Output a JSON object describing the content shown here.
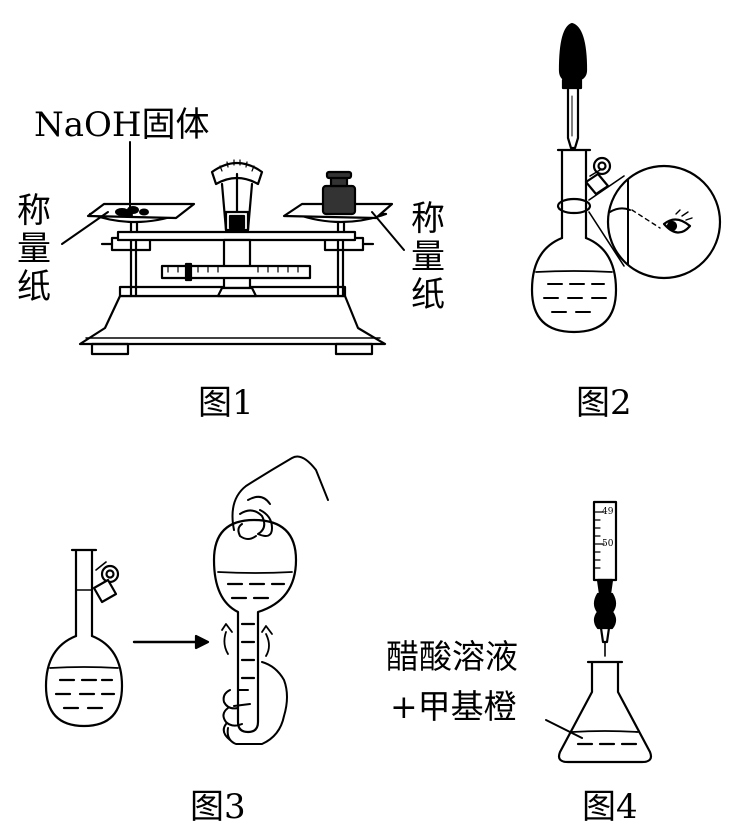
{
  "panels": [
    {
      "caption": "图1",
      "labels": {
        "naoh": "NaOH固体",
        "weighing_paper_left": "称量纸",
        "weighing_paper_right": "称量纸"
      }
    },
    {
      "caption": "图2"
    },
    {
      "caption": "图3"
    },
    {
      "caption": "图4",
      "labels": {
        "solution_line1": "醋酸溶液",
        "solution_line2": "+甲基橙",
        "burette_mark_49": "49",
        "burette_mark_50": "50"
      }
    }
  ]
}
